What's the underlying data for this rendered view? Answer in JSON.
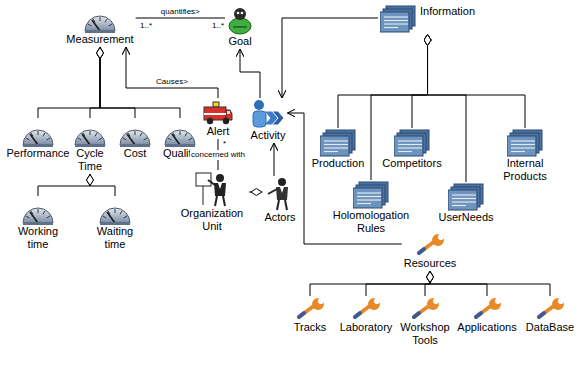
{
  "diagram": {
    "nodes": [
      {
        "text": [
          "Measurement"
        ]
      },
      {
        "text": [
          "Goal"
        ]
      },
      {
        "text": [
          "Information"
        ]
      },
      {
        "text": [
          "Alert"
        ]
      },
      {
        "text": [
          "Activity"
        ]
      },
      {
        "text": [
          "Performance"
        ]
      },
      {
        "text": [
          "Cycle Time"
        ]
      },
      {
        "text": [
          "Cost"
        ]
      },
      {
        "text": [
          "Quality"
        ]
      },
      {
        "text": [
          "Production"
        ]
      },
      {
        "text": [
          "Competitors"
        ]
      },
      {
        "text": [
          "Internal Products"
        ]
      },
      {
        "text": [
          "Holomologation Rules"
        ]
      },
      {
        "text": [
          "UserNeeds"
        ]
      },
      {
        "text": [
          "Organization Unit"
        ]
      },
      {
        "text": [
          "Actors"
        ]
      },
      {
        "text": [
          "Resources"
        ]
      },
      {
        "text": [
          "Working time"
        ]
      },
      {
        "text": [
          "Waiting time"
        ]
      },
      {
        "text": [
          "Tracks"
        ]
      },
      {
        "text": [
          "Laboratory"
        ]
      },
      {
        "text": [
          "Workshop Tools"
        ]
      },
      {
        "text": [
          "Applications"
        ]
      },
      {
        "text": [
          "DataBase"
        ]
      }
    ],
    "edges": [
      {
        "from": 0,
        "to": 1,
        "arrow": "none",
        "label": "quantifies>"
      },
      {
        "from": 3,
        "to": 0,
        "arrow": "to",
        "label": "Causes>"
      },
      {
        "from": 4,
        "to": 1,
        "arrow": "to"
      },
      {
        "from": 2,
        "to": 4,
        "arrow": "to"
      },
      {
        "from": 16,
        "to": 4,
        "arrow": "to"
      },
      {
        "from": 15,
        "to": 4,
        "arrow": "to"
      },
      {
        "from": 14,
        "to": 15,
        "arrow": "none"
      },
      {
        "from": 3,
        "to": 14,
        "arrow": "none",
        "label": "concerned with"
      },
      {
        "from": 0,
        "to": 5,
        "arrow": "none"
      },
      {
        "from": 0,
        "to": 6,
        "arrow": "none"
      },
      {
        "from": 0,
        "to": 7,
        "arrow": "none"
      },
      {
        "from": 0,
        "to": 8,
        "arrow": "none"
      },
      {
        "from": 6,
        "to": 17,
        "arrow": "none"
      },
      {
        "from": 6,
        "to": 18,
        "arrow": "none"
      },
      {
        "from": 2,
        "to": 9,
        "arrow": "none"
      },
      {
        "from": 2,
        "to": 10,
        "arrow": "none"
      },
      {
        "from": 2,
        "to": 11,
        "arrow": "none"
      },
      {
        "from": 2,
        "to": 12,
        "arrow": "none"
      },
      {
        "from": 2,
        "to": 13,
        "arrow": "none"
      },
      {
        "from": 16,
        "to": 19,
        "arrow": "none"
      },
      {
        "from": 16,
        "to": 20,
        "arrow": "none"
      },
      {
        "from": 16,
        "to": 21,
        "arrow": "none"
      },
      {
        "from": 16,
        "to": 22,
        "arrow": "none"
      },
      {
        "from": 16,
        "to": 23,
        "arrow": "none"
      }
    ],
    "labels": [
      "1..*",
      "1..*",
      "*"
    ]
  }
}
